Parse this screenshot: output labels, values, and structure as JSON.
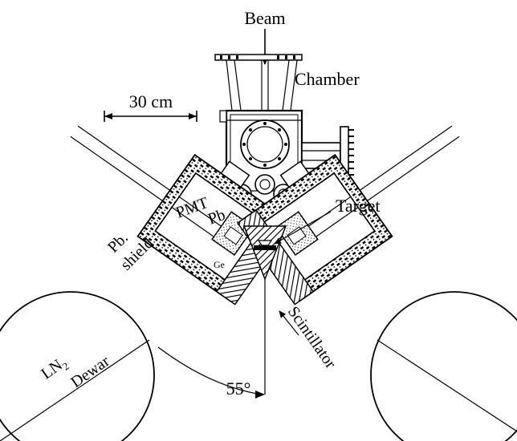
{
  "labels": {
    "beam": "Beam",
    "chamber": "Chamber",
    "scale_bar": "30 cm",
    "target": "Target",
    "pmt": "PMT",
    "pb": "Pb",
    "pb_shield_pb": "Pb.",
    "pb_shield_shield": "shield",
    "ge": "Ge",
    "scintillator": "Scintillator",
    "ln2_ln": "LN",
    "ln2_sub": "2",
    "dewar": "Dewar",
    "angle": "55°"
  }
}
